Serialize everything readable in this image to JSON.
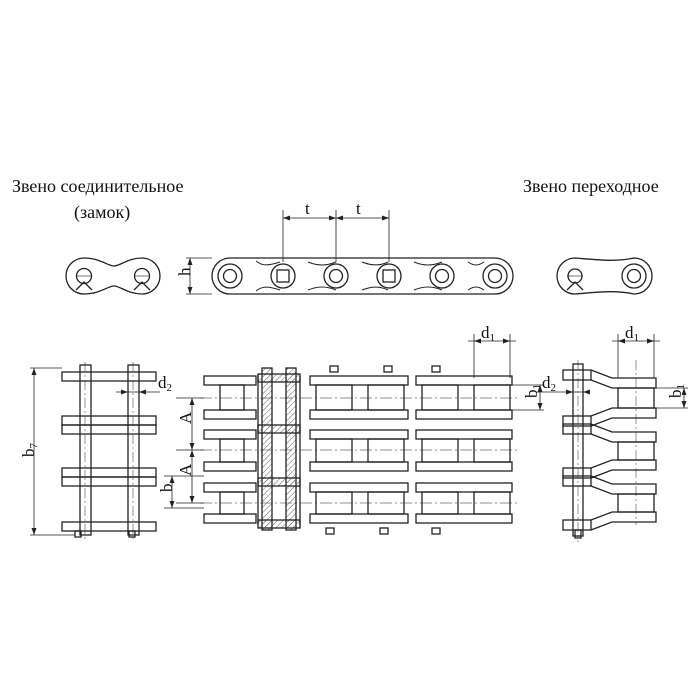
{
  "titles": {
    "connecting_link_line1": "Звено соединительное",
    "connecting_link_line2": "(замок)",
    "offset_link": "Звено переходное"
  },
  "dimensions": {
    "t": "t",
    "h": "h",
    "d1": "d",
    "d1_sub": "1",
    "d2": "d",
    "d2_sub": "2",
    "b1": "b",
    "b1_sub": "1",
    "b7": "b",
    "b7_sub": "7",
    "A": "A",
    "b": "b"
  },
  "colors": {
    "line": "#222222",
    "hatch": "#666666"
  }
}
